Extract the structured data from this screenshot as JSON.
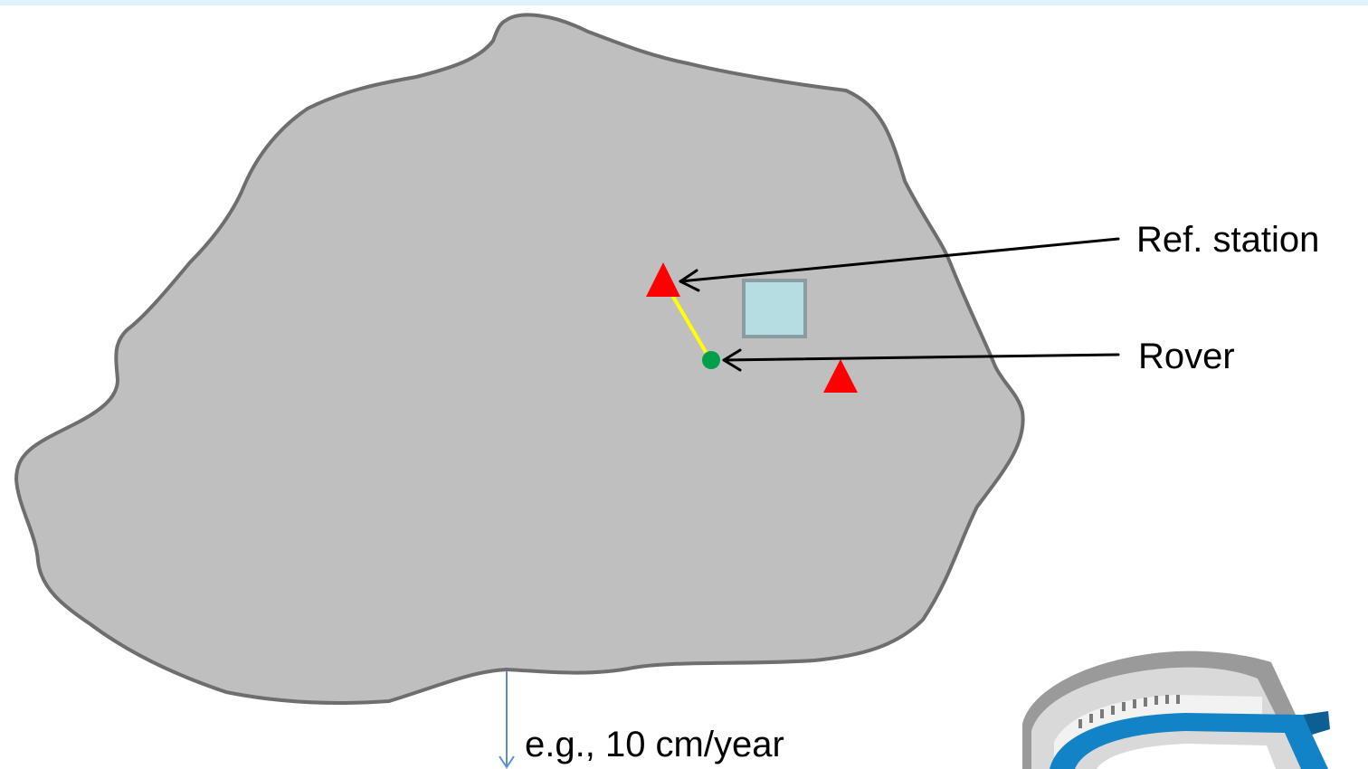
{
  "labels": {
    "ref_station": "Ref. station",
    "rover": "Rover",
    "velocity": "e.g., 10 cm/year"
  },
  "colors": {
    "plate_fill": "#bfbfbf",
    "plate_stroke": "#6e6e6e",
    "station_marker": "#ff0000",
    "rover_marker": "#00a04a",
    "baseline": "#ffff00",
    "arrow": "#000000",
    "building_fill": "#b6dde2",
    "building_stroke": "#8a9ea1",
    "motion_arrow": "#5b8fc9",
    "title_text": "#1f9bde",
    "logo_blue": "#1283c6"
  },
  "icons": {
    "reference_station": "red-triangle-icon",
    "second_station": "red-triangle-icon",
    "rover": "green-dot-icon",
    "building": "square-icon",
    "logo": "colosseum-logo-icon"
  }
}
